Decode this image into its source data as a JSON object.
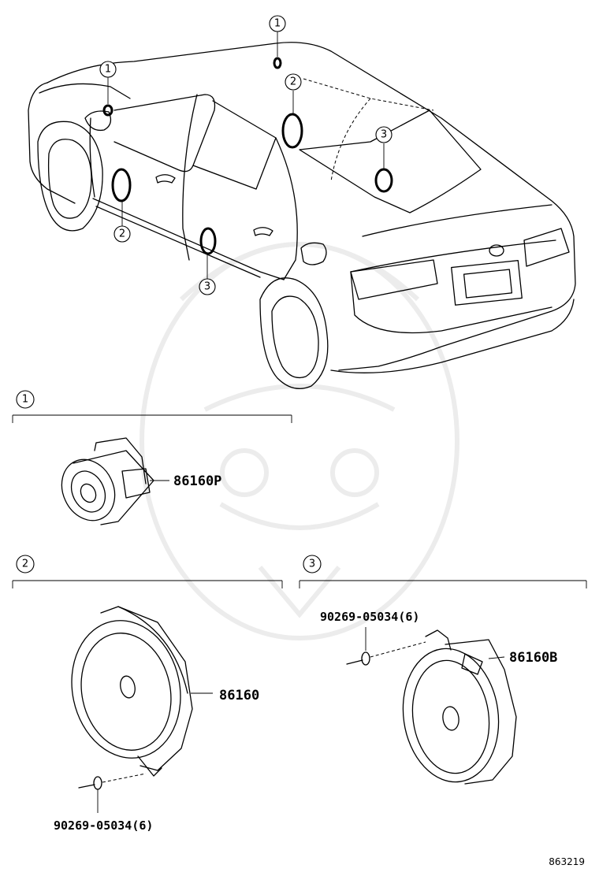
{
  "callouts": {
    "c1": "1",
    "c2": "2",
    "c3": "3"
  },
  "parts": {
    "tweeter": "86160P",
    "front_speaker": "86160",
    "front_screw": "90269-05034(6)",
    "rear_screw": "90269-05034(6)",
    "rear_speaker": "86160B"
  },
  "illustration_code": "863219",
  "icons": {
    "car": "sedan-rear-three-quarter-icon",
    "tweeter": "tweeter-speaker-icon",
    "speaker": "door-speaker-icon",
    "screw": "screw-icon",
    "watermark": "samurai-helmet-watermark-icon"
  }
}
